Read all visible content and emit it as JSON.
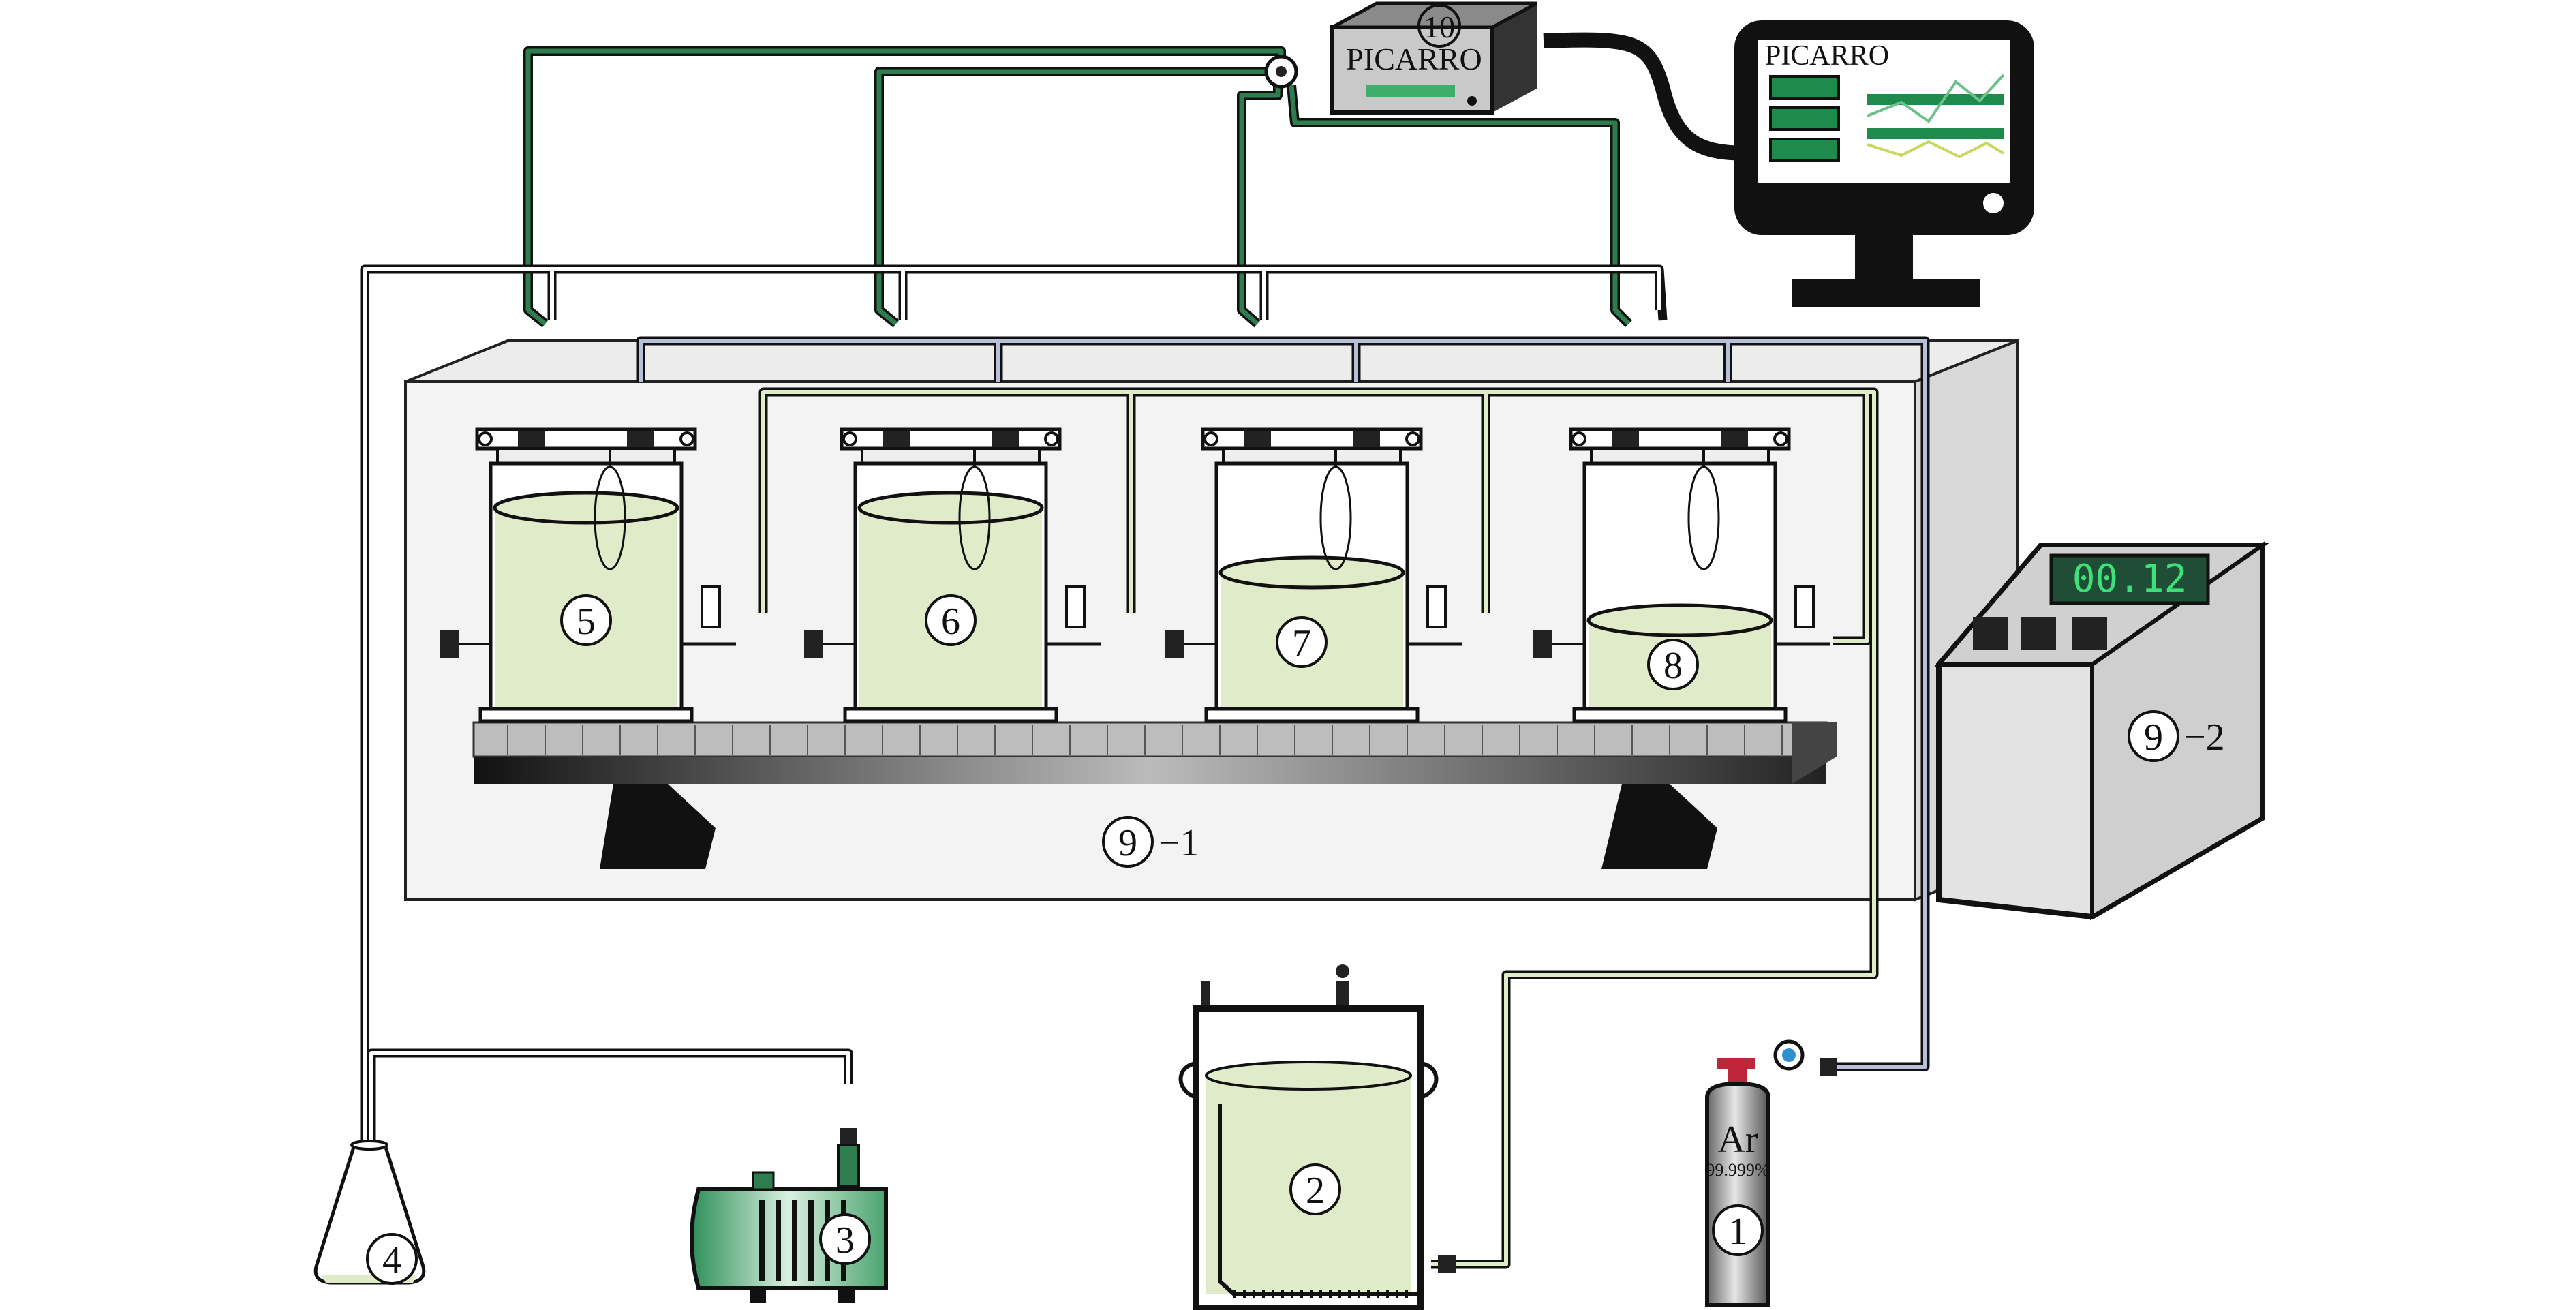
{
  "labels": {
    "n1": "1",
    "n2": "2",
    "n3": "3",
    "n4": "4",
    "n5": "5",
    "n6": "6",
    "n7": "7",
    "n8": "8",
    "n9": "9",
    "n10": "10",
    "suffix_9_1": "−1",
    "suffix_9_2": "−2"
  },
  "picarro": {
    "analyzer_brand": "PICARRO",
    "monitor_brand": "PICARRO"
  },
  "controller": {
    "display": "00.12"
  },
  "cylinder": {
    "gas": "Ar",
    "purity": "99.999%"
  },
  "colors": {
    "liquid": "#dfebc9",
    "green_tube": "#2e7d4f",
    "housing": "#f2f2f2",
    "tray": "#bdbdbd"
  }
}
